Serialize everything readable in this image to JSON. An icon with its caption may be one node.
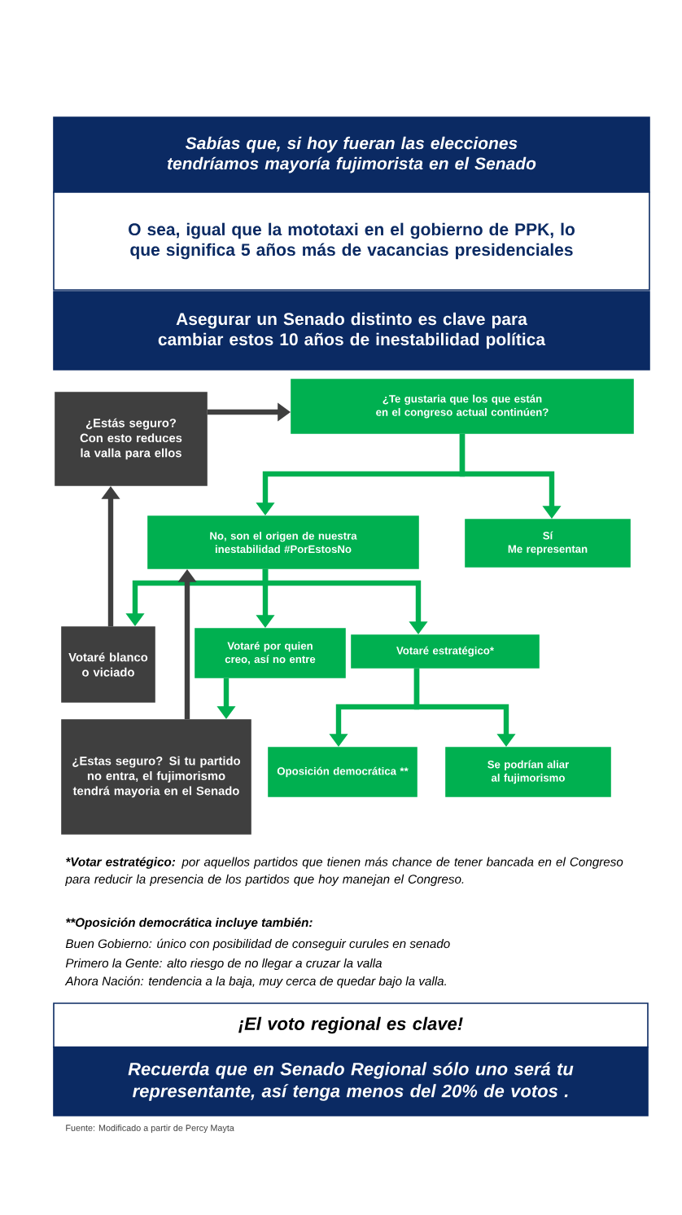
{
  "diagram": {
    "nodes": [
      {
        "text": [
          "Sabías que, si hoy fueran las elecciones tendríamos mayoría fujimorista en el Senado"
        ]
      },
      {
        "text": [
          "O sea, igual que la mototaxi en el gobierno de PPK, lo que significa 5 años más de vacancias presidenciales"
        ]
      },
      {
        "text": [
          "Asegurar un Senado distinto es clave para cambiar estos 10 años de inestabilidad política"
        ]
      },
      {
        "text": [
          "¿Estás seguro? Con esto reduces la valla para ellos"
        ]
      },
      {
        "text": [
          "¿Te gustaria que los que están en el congreso actual continúen?"
        ]
      },
      {
        "text": [
          "No, son el origen de nuestra inestabilidad #PorEstosNo"
        ]
      },
      {
        "text": [
          "Sí",
          "Me representan"
        ]
      },
      {
        "text": [
          "Votaré blanco o viciado"
        ]
      },
      {
        "text": [
          "Votaré por quien creo, así no entre"
        ]
      },
      {
        "text": [
          "Votaré estratégico*"
        ]
      },
      {
        "text": [
          "¿Estas seguro? Si tu partido no entra, el fujimorismo tendrá mayoria en el Senado"
        ]
      },
      {
        "text": [
          "Oposición democrática **"
        ]
      },
      {
        "text": [
          "Se podrían aliar al fujimorismo"
        ]
      },
      {
        "text": [
          "¡El voto regional es clave!"
        ]
      },
      {
        "text": [
          "Recuerda que en Senado Regional sólo uno será tu representante, así tenga menos del 20% de votos ."
        ]
      }
    ],
    "edges": [
      {
        "from": 3,
        "to": 4,
        "arrow": "to",
        "color": "#3f3f3f"
      },
      {
        "from": 4,
        "to": 5,
        "arrow": "to"
      },
      {
        "from": 4,
        "to": 6,
        "arrow": "to"
      },
      {
        "from": 5,
        "to": 7,
        "arrow": "to"
      },
      {
        "from": 5,
        "to": 8,
        "arrow": "to"
      },
      {
        "from": 5,
        "to": 9,
        "arrow": "to"
      },
      {
        "from": 8,
        "to": 10,
        "arrow": "to"
      },
      {
        "from": 10,
        "to": 5,
        "arrow": "to",
        "color": "#3f3f3f"
      },
      {
        "from": 7,
        "to": 3,
        "arrow": "to",
        "color": "#3f3f3f"
      },
      {
        "from": 9,
        "to": 11,
        "arrow": "to"
      },
      {
        "from": 9,
        "to": 12,
        "arrow": "to"
      }
    ],
    "labels": [
      "*Votar estratégico:",
      "por aquellos partidos que tienen más chance de tener bancada en el Congreso para reducir la presencia de los partidos que hoy manejan el Congreso.",
      "**Oposición democrática incluye también:",
      "Buen Gobierno: único con posibilidad de conseguir curules en senado",
      "Primero la Gente: alto riesgo de no llegar a cruzar la valla",
      "Ahora Nación: tendencia a la baja, muy cerca de quedar bajo la valla.",
      "Fuente: Modificado a partir de Percy Mayta"
    ]
  }
}
